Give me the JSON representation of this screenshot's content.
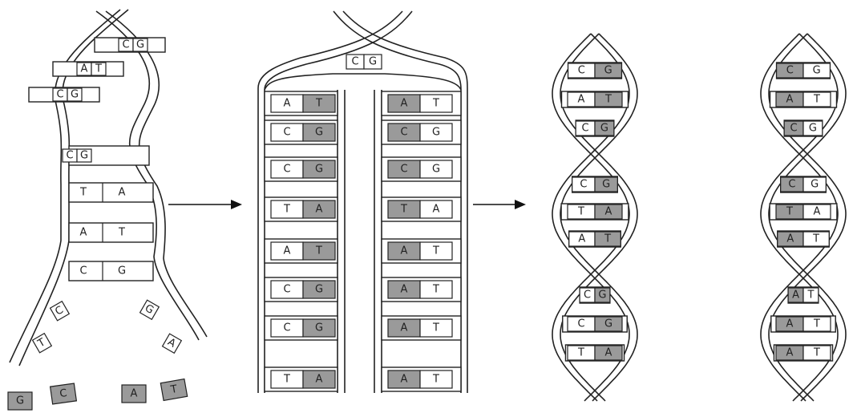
{
  "colors": {
    "new_strand": "#9a9a9a",
    "old_strand": "#ffffff",
    "ink": "#222222"
  },
  "stage1": {
    "top_pairs": [
      [
        "C",
        "G"
      ],
      [
        "A",
        "T"
      ],
      [
        "C",
        "G"
      ]
    ],
    "open_pairs": [
      [
        "C",
        "G"
      ],
      [
        "T",
        "A"
      ],
      [
        "A",
        "T"
      ],
      [
        "C",
        "G"
      ]
    ],
    "attached_left": [
      "C",
      "T"
    ],
    "attached_right": [
      "G",
      "A"
    ],
    "free_nucleotides": [
      "G",
      "C",
      "A",
      "T"
    ]
  },
  "stage2": {
    "top_pair": [
      "C",
      "G"
    ],
    "left_rows": [
      [
        "A",
        "T"
      ],
      [
        "C",
        "G"
      ],
      [
        "C",
        "G"
      ],
      [
        "T",
        "A"
      ],
      [
        "A",
        "T"
      ],
      [
        "C",
        "G"
      ],
      [
        "C",
        "G"
      ],
      [
        "T",
        "A"
      ]
    ],
    "right_rows": [
      [
        "A",
        "T"
      ],
      [
        "C",
        "G"
      ],
      [
        "C",
        "G"
      ],
      [
        "T",
        "A"
      ],
      [
        "A",
        "T"
      ],
      [
        "A",
        "T"
      ],
      [
        "A",
        "T"
      ],
      [
        "A",
        "T"
      ]
    ]
  },
  "stage3": {
    "pairs": [
      [
        "C",
        "G"
      ],
      [
        "A",
        "T"
      ],
      [
        "C",
        "G"
      ],
      [
        "C",
        "G"
      ],
      [
        "T",
        "A"
      ],
      [
        "A",
        "T"
      ],
      [
        "C",
        "G"
      ],
      [
        "C",
        "G"
      ],
      [
        "T",
        "A"
      ]
    ]
  },
  "stage4": {
    "pairs": [
      [
        "C",
        "G"
      ],
      [
        "A",
        "T"
      ],
      [
        "C",
        "G"
      ],
      [
        "C",
        "G"
      ],
      [
        "T",
        "A"
      ],
      [
        "A",
        "T"
      ],
      [
        "A",
        "T"
      ],
      [
        "A",
        "T"
      ],
      [
        "A",
        "T"
      ]
    ]
  }
}
